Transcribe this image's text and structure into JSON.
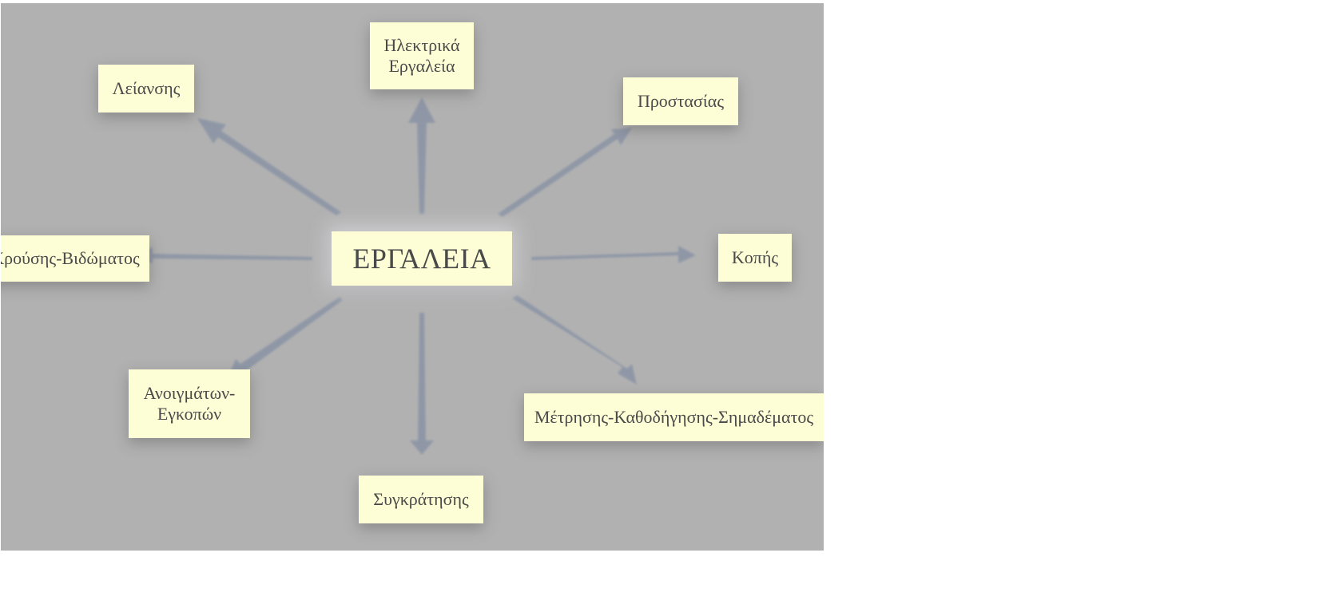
{
  "diagram": {
    "center": "ΕΡΓΑΛΕΙΑ",
    "branches": {
      "top": "Ηλεκτρικά\nΕργαλεία",
      "top_left": "Λείανσης",
      "top_right": "Προστασίας",
      "left": "Κρούσης-Βιδώματος",
      "right": "Κοπής",
      "bottom_left": "Ανοιγμάτων-\nΕγκοπών",
      "bottom": "Συγκράτησης",
      "bottom_right": "Μέτρησης-Καθοδήγησης-Σημαδέματος"
    }
  },
  "colors": {
    "canvas": "#b1b1b1",
    "node_fill": "#fefed6",
    "arrow": "#8c95a6",
    "text": "#4a4a4a"
  }
}
